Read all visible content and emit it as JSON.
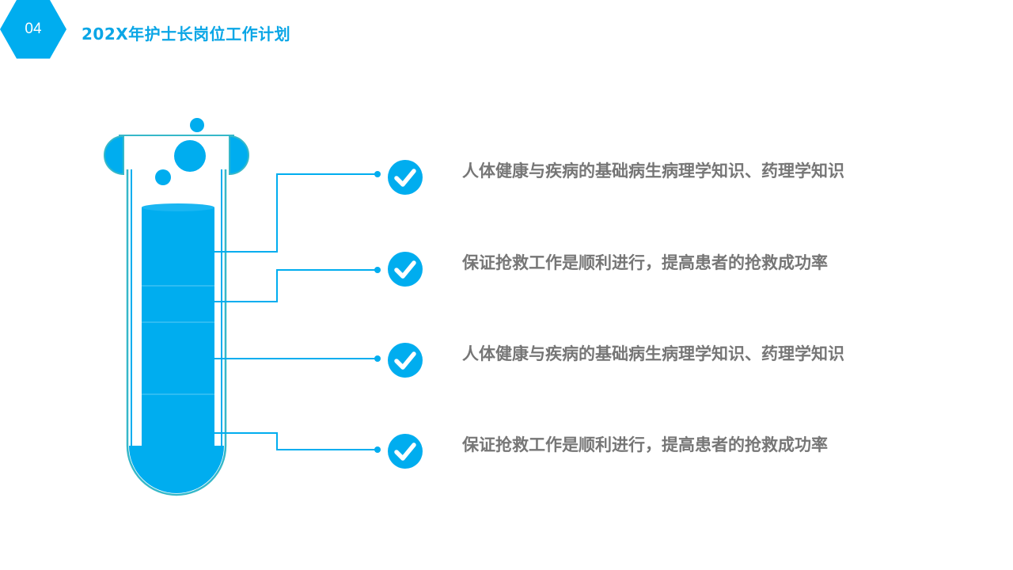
{
  "header": {
    "badge_number": "04",
    "title": "202X年护士长岗位工作计划"
  },
  "colors": {
    "accent": "#00adef",
    "tube_outline": "#36b8c9",
    "text": "#767676",
    "white": "#ffffff"
  },
  "items": [
    {
      "icon": "check-circle-icon",
      "text": "人体健康与疾病的基础病生病理学知识、药理学知识"
    },
    {
      "icon": "check-circle-icon",
      "text": "保证抢救工作是顺利进行，提高患者的抢救成功率"
    },
    {
      "icon": "check-circle-icon",
      "text": "人体健康与疾病的基础病生病理学知识、药理学知识"
    },
    {
      "icon": "check-circle-icon",
      "text": "保证抢救工作是顺利进行，提高患者的抢救成功率"
    }
  ]
}
